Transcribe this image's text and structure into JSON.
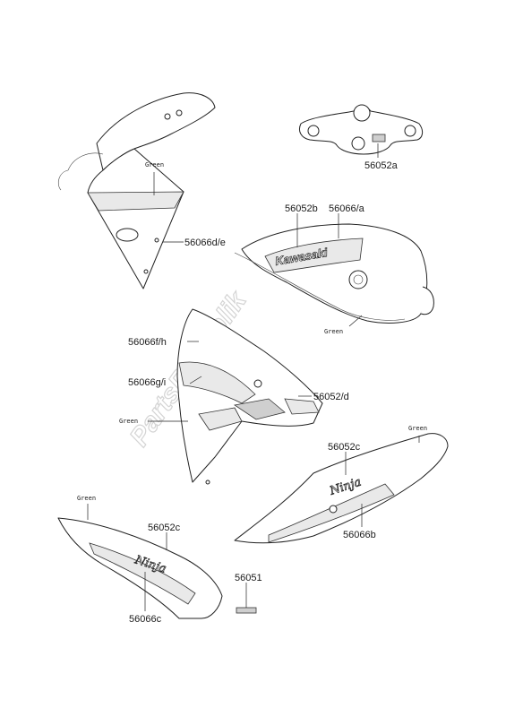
{
  "watermark": "PartsRepublik",
  "labels": {
    "upper_cowl_color": "Green",
    "upper_cowl_part": "56066d/e",
    "top_bracket_part": "56052a",
    "tank_part_b": "56052b",
    "tank_part_a": "56066/a",
    "tank_color": "Green",
    "side_cowl_part_fh": "56066f/h",
    "side_cowl_part_gi": "56066g/i",
    "side_cowl_color": "Green",
    "side_cowl_part_d": "56052/d",
    "tail_right_color": "Green",
    "tail_right_part_c": "56052c",
    "tail_right_part_b": "56066b",
    "tail_left_color": "Green",
    "tail_left_part_c": "56052c",
    "tail_left_part_51": "56051",
    "tail_left_part_66c": "56066c"
  },
  "decal_text": {
    "tank_logo": "Kawasaki",
    "tail_right_script": "Ninja",
    "tail_left_script": "Ninja"
  },
  "colors": {
    "line": "#222222",
    "decal_fill": "#e9e9e9",
    "watermark": "#d4d4d4"
  }
}
